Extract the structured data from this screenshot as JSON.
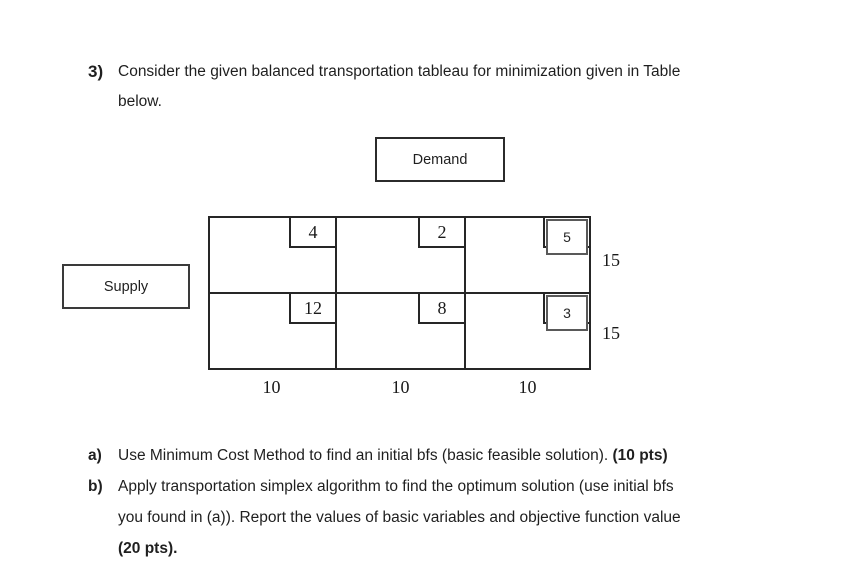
{
  "title": {
    "label": "3)",
    "lines": [
      "Consider the given balanced transportation tableau for minimization given in Table",
      "below."
    ]
  },
  "tableau": {
    "demand_label": "Demand",
    "supply_label": "Supply",
    "costs": [
      [
        "4",
        "2",
        "5"
      ],
      [
        "12",
        "8",
        "3"
      ]
    ],
    "supply": [
      "15",
      "15"
    ],
    "demand": [
      "10",
      "10",
      "10"
    ]
  },
  "tasks": [
    {
      "label": "a)",
      "text": "Use Minimum Cost Method to find an initial bfs (basic feasible solution).",
      "points": "(10 pts)"
    },
    {
      "label": "b)",
      "lines": [
        "Apply transportation simplex algorithm to find the optimum solution (use initial bfs",
        "you found in (a)). Report the values of basic variables and objective function value",
        "(20 pts)."
      ]
    }
  ]
}
